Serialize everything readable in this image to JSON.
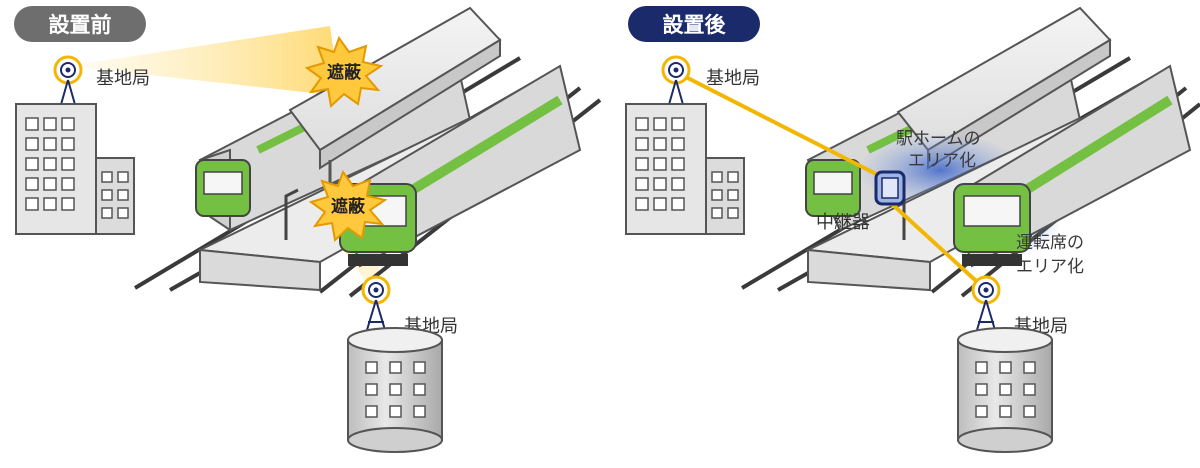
{
  "colors": {
    "before_pill": "#6e6e6e",
    "after_pill": "#1b2a6b",
    "signal_line": "#f2b705",
    "train_green": "#74c043",
    "coverage_blue": "#6f8fd6",
    "burst_yellow": "#ffc83d"
  },
  "before": {
    "badge": "設置前",
    "station_top": "基地局",
    "station_bottom": "基地局",
    "block_upper": "遮蔽",
    "block_lower": "遮蔽"
  },
  "after": {
    "badge": "設置後",
    "station_top": "基地局",
    "station_bottom": "基地局",
    "repeater": "中継器",
    "platform_area_line1": "駅ホームの",
    "platform_area_line2": "エリア化",
    "cab_area_line1": "運転席の",
    "cab_area_line2": "エリア化"
  },
  "icons": {
    "antenna": "antenna-tower-icon",
    "building": "office-building-icon",
    "repeater": "repeater-device-icon",
    "blocked": "blocked-burst-icon"
  }
}
